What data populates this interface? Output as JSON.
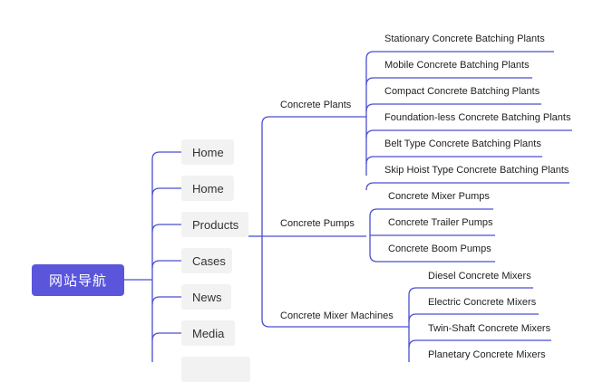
{
  "root": {
    "label": "网站导航"
  },
  "level1": [
    "Home",
    "Home",
    "Products",
    "Cases",
    "News",
    "Media",
    ""
  ],
  "products": [
    "Concrete Plants",
    "Concrete Pumps",
    "Concrete Mixer Machines"
  ],
  "concrete_plants": [
    "Stationary Concrete Batching Plants",
    "Mobile Concrete Batching Plants",
    "Compact Concrete Batching Plants",
    "Foundation-less Concrete Batching Plants",
    "Belt Type Concrete Batching Plants",
    "Skip Hoist Type Concrete Batching Plants"
  ],
  "concrete_pumps": [
    "Concrete Mixer Pumps",
    "Concrete Trailer Pumps",
    "Concrete Boom Pumps"
  ],
  "mixer_machines": [
    "Diesel Concrete Mixers",
    "Electric Concrete Mixers",
    "Twin-Shaft Concrete Mixers",
    "Planetary Concrete Mixers"
  ],
  "colors": {
    "root": "#5a55db",
    "line": "#4a4fd0",
    "box": "#f2f2f2"
  }
}
